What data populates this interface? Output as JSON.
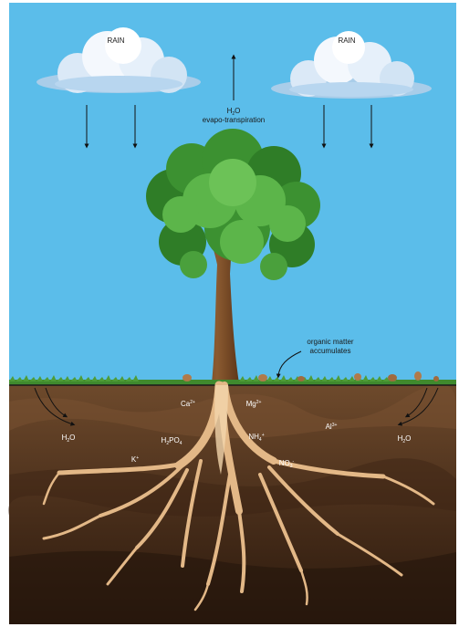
{
  "clouds": {
    "left_label": "RAIN",
    "right_label": "RAIN"
  },
  "sky": {
    "evapo_h": "H",
    "evapo_sub": "2",
    "evapo_o": "O",
    "evapo_text": "evapo-transpiration"
  },
  "surface": {
    "organic_line1": "organic matter",
    "organic_line2": "accumulates"
  },
  "soil": {
    "ca_main": "Ca",
    "ca_sup": "2+",
    "mg_main": "Mg",
    "mg_sup": "2+",
    "al_main": "Al",
    "al_sup": "3+",
    "nh4_main": "NH",
    "nh4_sub": "4",
    "nh4_sup": "+",
    "k_main": "K",
    "k_sup": "+",
    "h2po4_h": "H",
    "h2po4_sub1": "2",
    "h2po4_po": "PO",
    "h2po4_sub2": "4",
    "no3_main": "NO",
    "no3_sub": "3",
    "no3_sup": "-",
    "h2o_left_h": "H",
    "h2o_left_sub": "2",
    "h2o_left_o": "O",
    "h2o_right_h": "H",
    "h2o_right_sub": "2",
    "h2o_right_o": "O"
  },
  "colors": {
    "sky": "#5bbdea",
    "soil_top": "#6b4529",
    "soil_bottom": "#2f1c10",
    "grass": "#3f8a2e",
    "leaf": "#4aa03c",
    "trunk": "#7a4a26",
    "root": "#e3b887"
  }
}
